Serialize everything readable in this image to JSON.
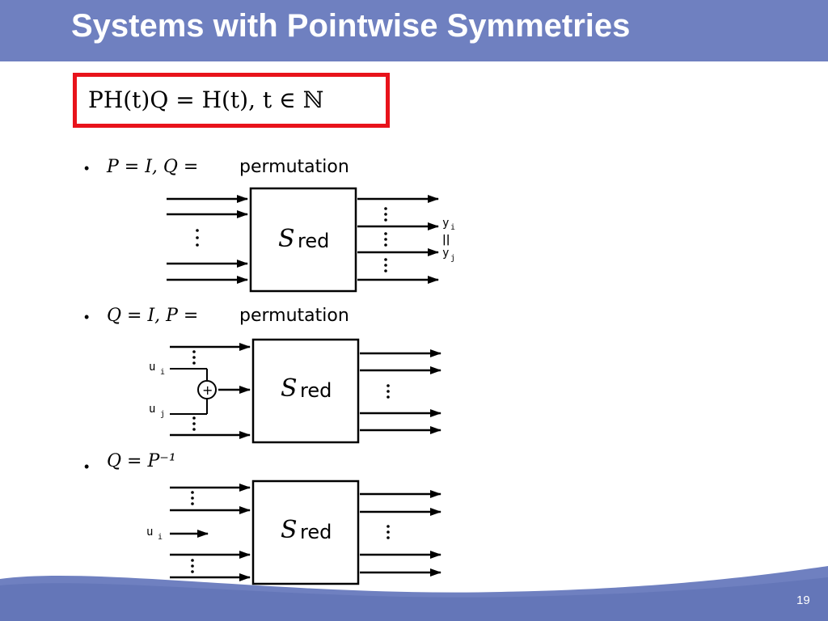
{
  "slide": {
    "title": "Systems with Pointwise Symmetries",
    "formula": "PH(t)Q = H(t), t ∈ ℕ",
    "page_number": "19",
    "colors": {
      "header": "#6f80c0",
      "formula_box": "#e8131b",
      "footer_wave": "#6f80c0"
    }
  },
  "bullets": [
    {
      "math": "P = I, Q =",
      "text": "permutation"
    },
    {
      "math": "Q = I, P =",
      "text": "permutation"
    },
    {
      "math": "Q = P⁻¹",
      "text": ""
    }
  ],
  "diagrams": {
    "block_label_script": "S",
    "block_label_sub": "red",
    "d1": {
      "out_label_top": "y",
      "out_label_top_sub": "i",
      "equals": "||",
      "out_label_bottom": "y",
      "out_label_bottom_sub": "j"
    },
    "d2": {
      "in_label_top": "u",
      "in_label_top_sub": "i",
      "in_label_bottom": "u",
      "in_label_bottom_sub": "j",
      "adder": "+"
    },
    "d3": {
      "in_label": "u",
      "in_label_sub": "i"
    }
  }
}
